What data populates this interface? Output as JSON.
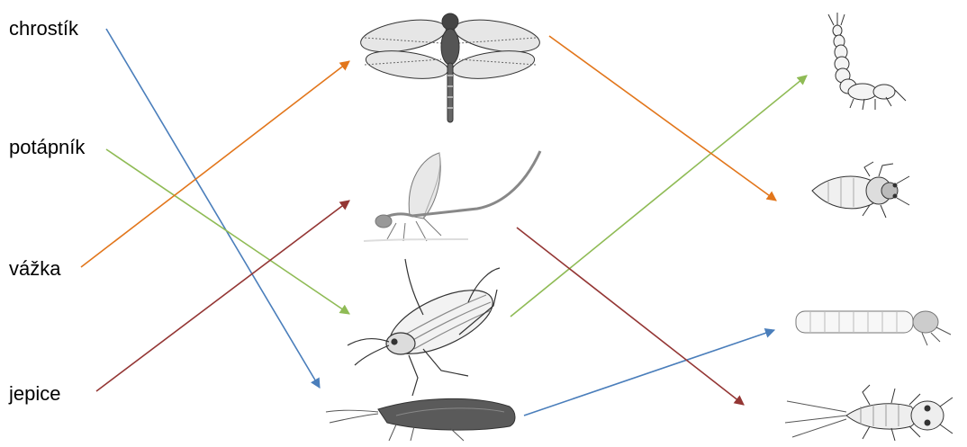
{
  "labels": [
    "chrostík",
    "potápník",
    "vážka",
    "jepice"
  ],
  "icons": {
    "adults": [
      "dragonfly-icon",
      "mayfly-icon",
      "diving-beetle-icon",
      "caddisfly-icon"
    ],
    "larvae": [
      "dragonfly-larva-icon",
      "diving-beetle-larva-icon",
      "caddisfly-larva-icon",
      "mayfly-larva-icon"
    ]
  },
  "colors": {
    "blue": "#4a7ebb",
    "green": "#8fbb55",
    "orange": "#e2761b",
    "red": "#943634",
    "sketch": "#333333"
  }
}
